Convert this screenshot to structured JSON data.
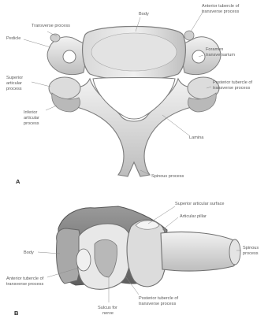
{
  "panel_a": {
    "letter": "A",
    "labels": {
      "body": "Body",
      "anterior_tubercle_1": "Anterior tubercle of",
      "anterior_tubercle_2": "transverse process",
      "transverse_process": "Transverse process",
      "pedicle": "Pedicle",
      "foramen_1": "Foramen",
      "foramen_2": "transversarium",
      "superior_articular_1": "Superior",
      "superior_articular_2": "articular",
      "superior_articular_3": "process",
      "posterior_tubercle_1": "Posterior tubercle of",
      "posterior_tubercle_2": "transverse process",
      "inferior_articular_1": "Inferior",
      "inferior_articular_2": "articular",
      "inferior_articular_3": "process",
      "lamina": "Lamina",
      "spinous_process": "Spinous process"
    }
  },
  "panel_b": {
    "letter": "B",
    "labels": {
      "superior_articular_surface": "Superior articular surface",
      "articular_pillar": "Articular pillar",
      "body": "Body",
      "spinous_process_1": "Spinous",
      "spinous_process_2": "process",
      "anterior_tubercle_1": "Anterior tubercle of",
      "anterior_tubercle_2": "transverse process",
      "posterior_tubercle_1": "Posterior tubercle of",
      "posterior_tubercle_2": "transverse process",
      "sulcus_1": "Sulcus for",
      "sulcus_2": "nerve"
    }
  },
  "colors": {
    "bone_light": "#e9e9e9",
    "bone_mid": "#c9c9c9",
    "bone_dark": "#8f8f8f",
    "label": "#5a5a5a"
  }
}
